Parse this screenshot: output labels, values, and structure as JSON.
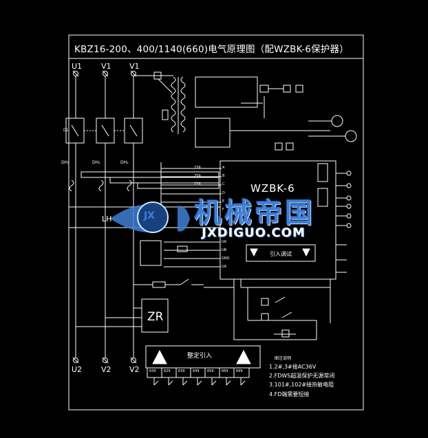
{
  "title": "KBZ16-200、400/1140(660)电气原理图（配WZBK-6保护器）",
  "phases_top": [
    "U1",
    "V1",
    "V1"
  ],
  "phases_bottom": [
    "U2",
    "V2",
    "V2"
  ],
  "current_transformers": [
    "DH₁",
    "DH₂",
    "DH₃"
  ],
  "breaker_label": "DL",
  "lh_label": "LH",
  "zr_label": "ZR",
  "protector_label": "WZBK-6",
  "protector_inputs": [
    "A",
    "B",
    "C",
    "D",
    "E",
    "F"
  ],
  "protector_left_labels": [
    "IA",
    "IB",
    "IC",
    "UA",
    "UB",
    "UC",
    "GND",
    "UA",
    "UB",
    "UA"
  ],
  "wire_labels_left": [
    "239",
    "259",
    "279"
  ],
  "button_label": "引入调试",
  "setting_label": "整定引入",
  "terminal_numbers": [
    "639",
    "629",
    "639",
    "649",
    "659",
    "669",
    "699"
  ],
  "notes_title": "图注说明",
  "notes": [
    "1.2#,3#接AC36V",
    "2.FDWS超温保护无源常闭",
    "3.101#,102#接热敏电阻",
    "4.FD端需要短接"
  ],
  "logo": {
    "badge": "JX",
    "chinese": "机械帝国",
    "domain": "JXDIGUO.COM",
    "colors": {
      "blue": "#3f7fd6",
      "dark": "#16407e",
      "white": "#ffffff"
    }
  },
  "colors": {
    "background": "#000000",
    "lines": "#ffffff"
  }
}
